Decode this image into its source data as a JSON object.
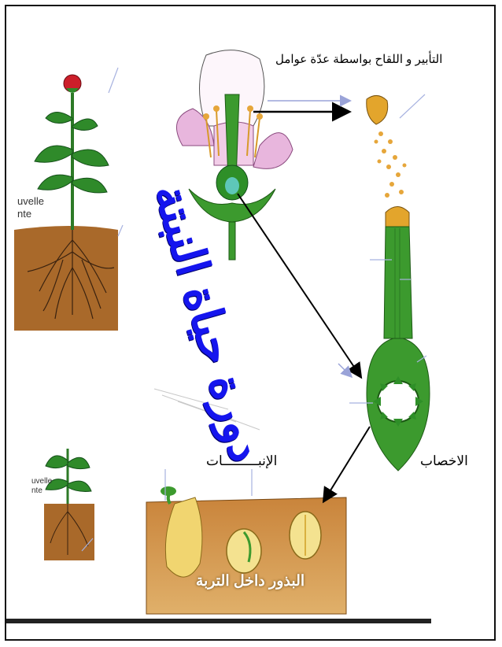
{
  "labels": {
    "pollination": "التأبير و اللقاح بواسطة عدّة عوامل",
    "germination": "الإنبـــــــــات",
    "fertilization": "الاخصاب",
    "seeds_in_soil": "البذور داخل التربة",
    "title": "دورة حياة النبتة",
    "new_plant_top": "uvelle\nnte",
    "new_plant_bottom": "uvelle\nnte"
  },
  "colors": {
    "title": "#1515ee",
    "soil": "#b8742a",
    "leaf": "#2f8a2a",
    "stem": "#3c9a2e",
    "petal": "#e8b6dd",
    "pollen": "#e6a63a",
    "arrow": "#000000"
  }
}
